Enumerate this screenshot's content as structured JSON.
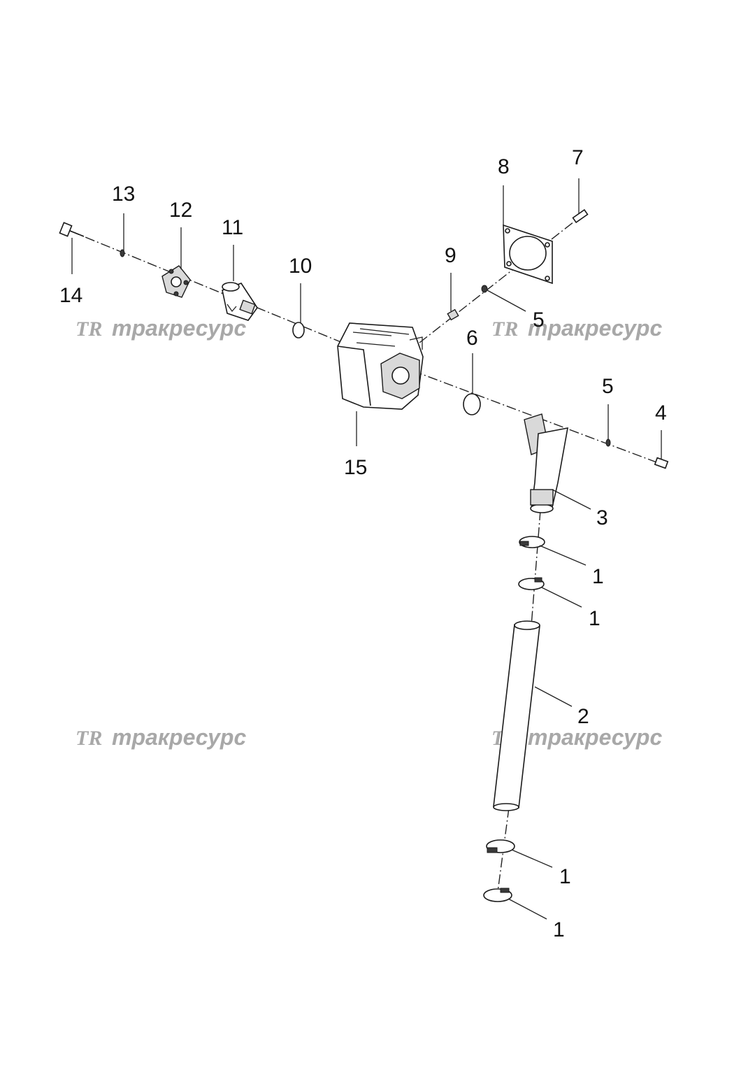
{
  "callouts": {
    "c1a": "1",
    "c1b": "1",
    "c1c": "1",
    "c1d": "1",
    "c2": "2",
    "c3": "3",
    "c4": "4",
    "c5a": "5",
    "c5b": "5",
    "c6": "6",
    "c7": "7",
    "c8": "8",
    "c9": "9",
    "c10": "10",
    "c11": "11",
    "c12": "12",
    "c13": "13",
    "c14": "14",
    "c15": "15"
  },
  "watermark": {
    "logo": "TR",
    "text": "тракресурс"
  },
  "colors": {
    "line": "#222222",
    "watermark": "#a8a8a8",
    "shade": "#d9d9d9"
  }
}
